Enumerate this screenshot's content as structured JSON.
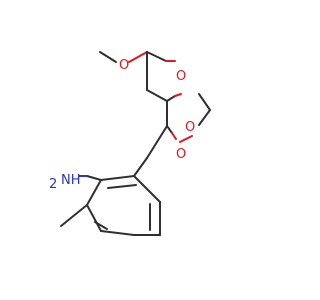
{
  "molecule": {
    "atoms": {
      "ester_o": "O",
      "carbonyl_o": "O",
      "ring_o_top": "O",
      "ring_o_bottom": "O",
      "amine": "NH",
      "amine_h": "2"
    }
  },
  "colors": {
    "carbon_bond": "#303030",
    "oxygen": "#e8141e",
    "nitrogen": "#2a35c9",
    "background": "#ffffff"
  }
}
